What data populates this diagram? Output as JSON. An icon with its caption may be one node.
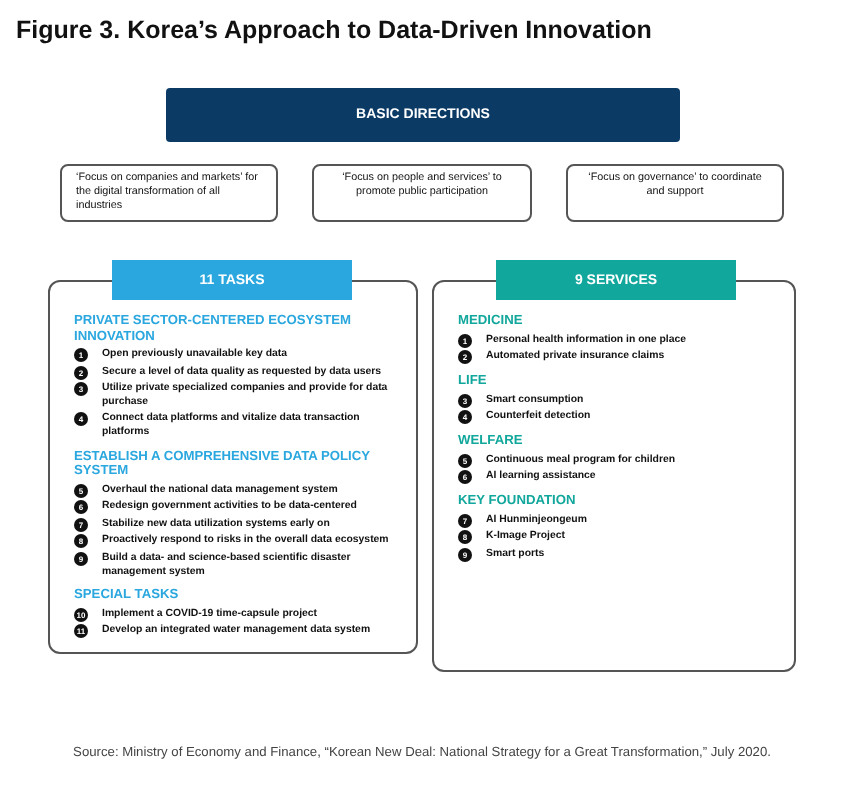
{
  "diagram": {
    "title": "Figure 3. Korea’s Approach to Data-Driven Innovation",
    "caption": "Source: Ministry of Economy and Finance, “Korean New Deal: National Strategy for a Great Transformation,” July 2020.",
    "nodes": [
      {
        "text": [
          "BASIC DIRECTIONS"
        ]
      },
      {
        "text": [
          "‘Focus on companies and markets’ for the digital transformation of all industries"
        ]
      },
      {
        "text": [
          "‘Focus on people and services’ to promote public participation"
        ]
      },
      {
        "text": [
          "‘Focus on governance’ to coordinate and support"
        ]
      },
      {
        "text": [
          "11 TASKS",
          "PRIVATE SECTOR-CENTERED ECOSYSTEM INNOVATION",
          "1",
          "Open previously unavailable key data",
          "2",
          "Secure a level of data quality as requested by data users",
          "3",
          "Utilize private specialized companies and provide for data purchase",
          "4",
          "Connect data platforms and vitalize data transaction platforms",
          "ESTABLISH A COMPREHENSIVE DATA POLICY SYSTEM",
          "5",
          "Overhaul the national data management system",
          "6",
          "Redesign government activities to be data-centered",
          "7",
          "Stabilize new data utilization systems early on",
          "8",
          "Proactively respond to risks in the overall data ecosystem",
          "9",
          "Build a data- and science-based scientific disaster management system",
          "SPECIAL TASKS",
          "10",
          "Implement a COVID-19 time-capsule project",
          "11",
          "Develop an integrated water management data system"
        ]
      },
      {
        "text": [
          "9 SERVICES",
          "MEDICINE",
          "1",
          "Personal health information in one place",
          "2",
          "Automated private insurance claims",
          "LIFE",
          "3",
          "Smart consumption",
          "4",
          "Counterfeit detection",
          "WELFARE",
          "5",
          "Continuous meal program for children",
          "6",
          "AI learning assistance",
          "KEY FOUNDATION",
          "7",
          "AI Hunminjeongeum",
          "8",
          "K-Image Project",
          "9",
          "Smart ports"
        ]
      }
    ]
  }
}
